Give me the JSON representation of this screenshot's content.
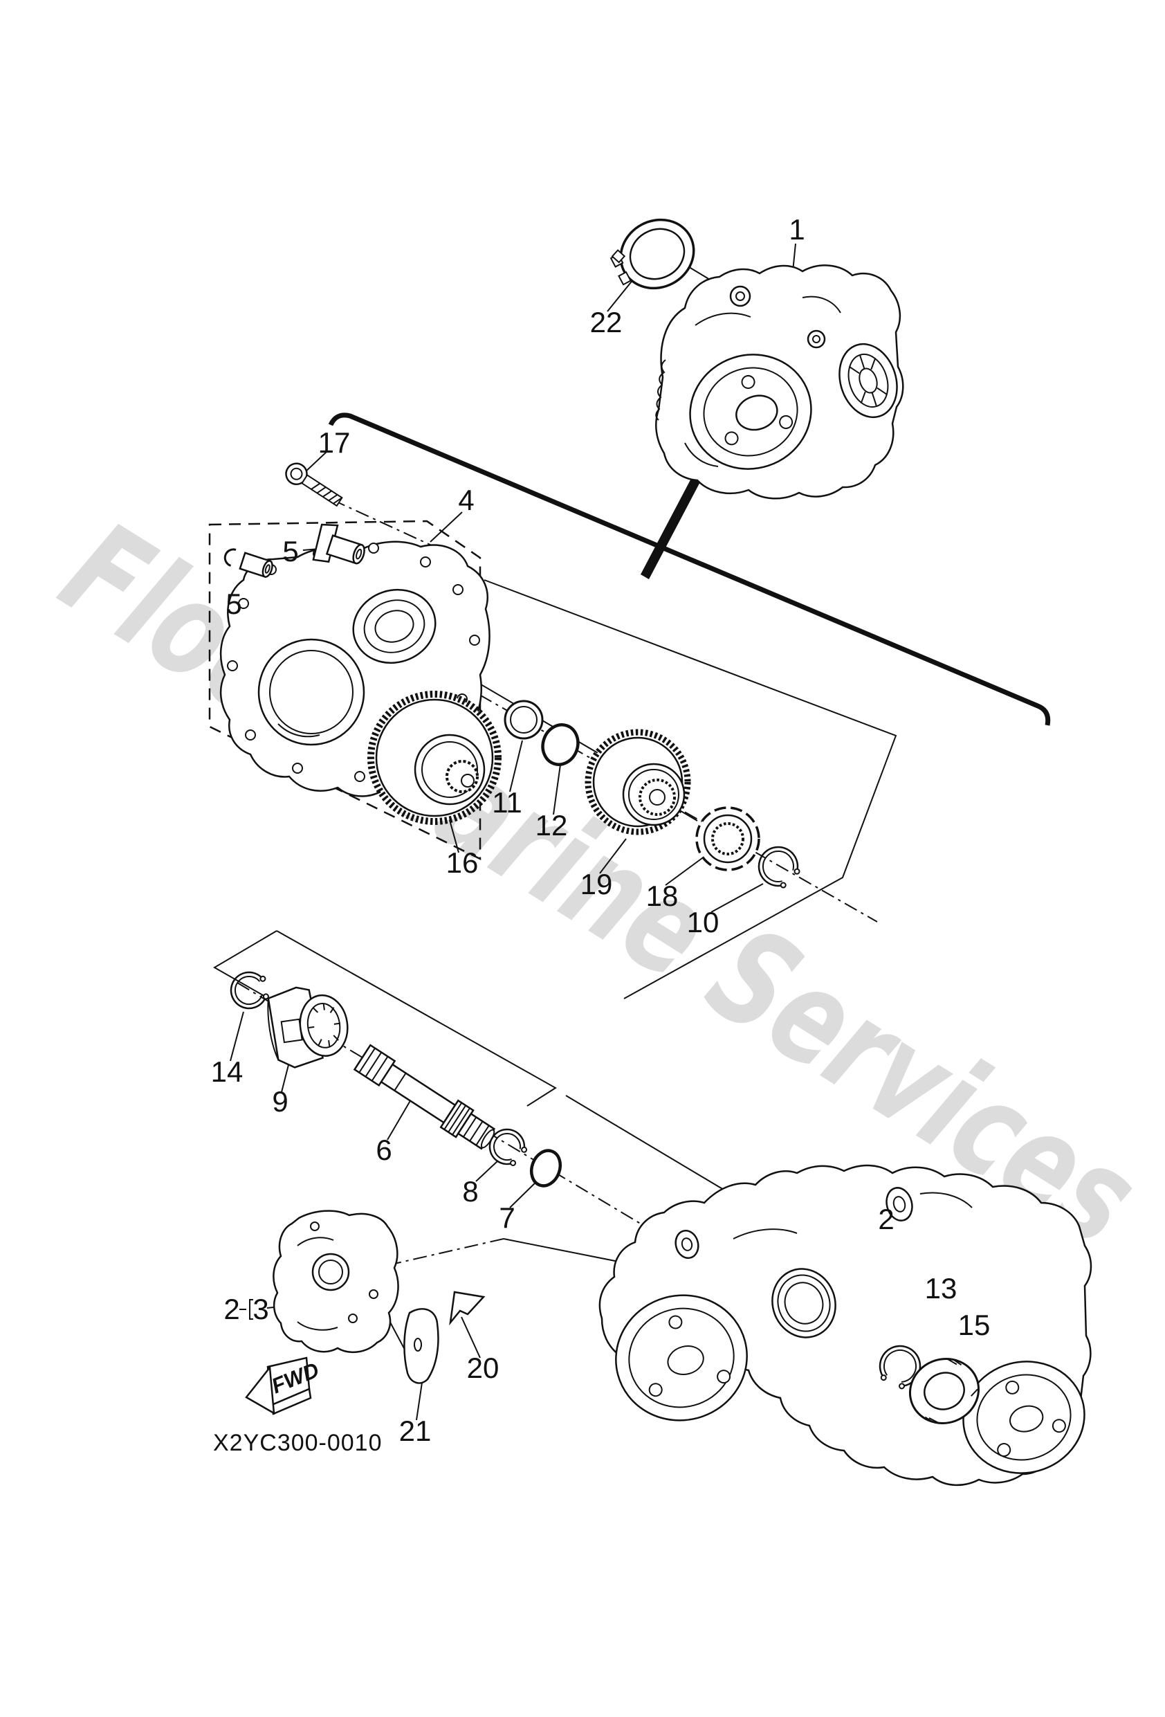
{
  "document": {
    "code": "X2YC300-0010"
  },
  "watermark": {
    "text": "Flood Marine Services",
    "color": "#d6d6d6"
  },
  "direction_marker": {
    "label": "FWD"
  },
  "colors": {
    "line": "#111111",
    "background": "#ffffff"
  },
  "callouts": [
    {
      "label": "1"
    },
    {
      "label": "22"
    },
    {
      "label": "17"
    },
    {
      "label": "4"
    },
    {
      "label": "5"
    },
    {
      "label": "5"
    },
    {
      "label": "16"
    },
    {
      "label": "11"
    },
    {
      "label": "12"
    },
    {
      "label": "19"
    },
    {
      "label": "18"
    },
    {
      "label": "10"
    },
    {
      "label": "14"
    },
    {
      "label": "9"
    },
    {
      "label": "6"
    },
    {
      "label": "8"
    },
    {
      "label": "7"
    },
    {
      "label": "2"
    },
    {
      "label": "13"
    },
    {
      "label": "15"
    },
    {
      "label": "2"
    },
    {
      "label": "3"
    },
    {
      "label": "20"
    },
    {
      "label": "21"
    }
  ]
}
